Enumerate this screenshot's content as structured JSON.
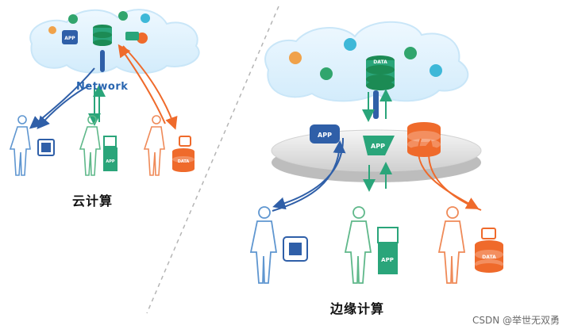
{
  "left_panel": {
    "network_label": "Network",
    "caption": "云计算",
    "app_label": "APP",
    "data_label": "DATA"
  },
  "right_panel": {
    "caption": "边缘计算",
    "app_label": "APP",
    "cloud_data_label": "DATA",
    "person_app_label": "APP",
    "person_data_label": "DATA"
  },
  "watermark": "CSDN @举世无双勇",
  "colors": {
    "blue": "#2f5fa8",
    "green": "#2aa57a",
    "orange": "#ef6a2b",
    "cloud": "#d9eefb",
    "cloud_edge": "#b8def6",
    "platform": "#d9d9d9"
  }
}
